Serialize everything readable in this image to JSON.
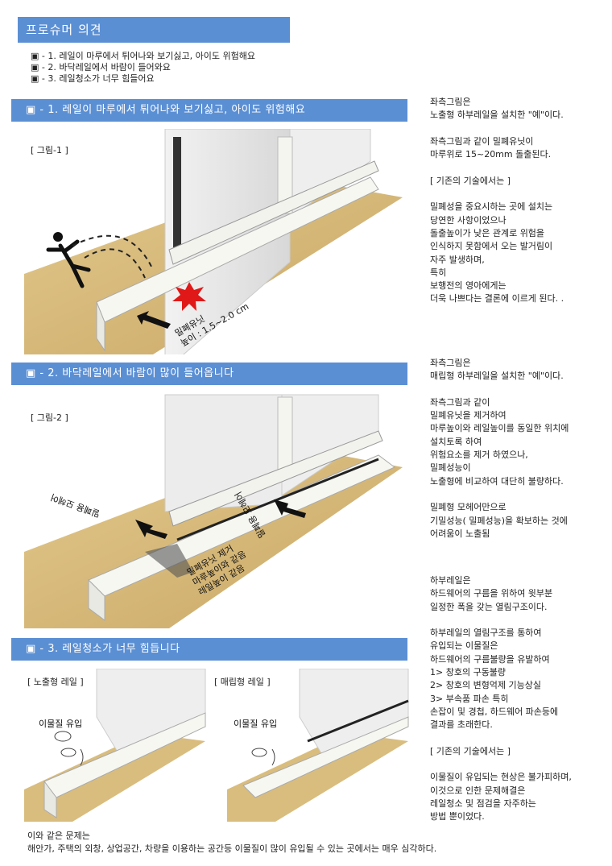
{
  "title": "프로슈머 의견",
  "issues": [
    "▣ - 1. 레일이 마루에서 튀어나와 보기싫고, 아이도 위험해요",
    "▣ - 2. 바닥레일에서 바람이 들어와요",
    "▣ - 3. 레일청소가 너무 힘들어요"
  ],
  "sections": [
    {
      "heading": "▣ - 1. 레일이 마루에서 튀어나와 보기싫고, 아이도 위험해요",
      "figure_label": "[ 그림-1 ]"
    },
    {
      "heading": "▣ - 2. 바닥레일에서 바람이 많이 들어옵니다",
      "figure_label": "[ 그림-2 ]"
    },
    {
      "heading": "▣ - 3. 레일청소가 너무 힘듭니다",
      "figure_label_left": "[ 노출형 레일 ]",
      "figure_label_right": "[ 매립형 레일 ]"
    }
  ],
  "fig1_annotations": {
    "unit": "밀폐유닛",
    "height": "높이 : 1.5~2.0 cm"
  },
  "fig2_annotations": {
    "weather_left": "밀폐용 모헤어",
    "weather_right": "밀폐용 모헤어",
    "note1": "밀폐유닛 제거",
    "note2": "마루높이와 같음",
    "note3": "레일높이 같음"
  },
  "fig3_annotations": {
    "left": "이물질 유입",
    "right": "이물질 유입"
  },
  "right_text_1": [
    "좌측그림은",
    "노출형 하부레일을 설치한 \"예\"이다.",
    "",
    "좌측그림과 같이 밀폐유닛이",
    "마루위로 15~20mm 돌출된다.",
    "",
    " [ 기존의 기술에서는 ]",
    "",
    " 밀폐성을 중요시하는 곳에 설치는",
    " 당연한 사항이었으나",
    " 돌출높이가 낮은 관계로 위험을",
    " 인식하지 못함에서 오는 발거림이",
    " 자주 발생하며,",
    " 특히",
    " 보행전의 영아에게는",
    " 더욱 나쁘다는 결론에 이르게 된다. ."
  ],
  "right_text_2": [
    "좌측그림은",
    "매립형 하부레일을 설치한 \"예\"이다.",
    "",
    "좌측그림과 같이",
    "밀폐유닛을 제거하여",
    "마루높이와 레일높이를 동일한 위치에",
    "설치토록 하여",
    "위험요소를 제거 하였으나,",
    "밀폐성능이",
    "노출형에 비교하여 대단히 불량하다.",
    "",
    "밀폐형 모헤어만으로",
    "기밀성능( 밀폐성능)을 확보하는 것에",
    "어려움이 노출됨"
  ],
  "right_text_3": [
    "하부레일은",
    "하드웨어의 구름을 위하여 윗부분",
    "일정한 폭을 갖는 열림구조이다.",
    "",
    "하부레일의 열림구조를 통하여",
    "유입되는 이물질은",
    "하드웨어의 구름불량을 유발하여",
    "   1> 창호의 구동불량",
    "   2> 창호의 변형억제 기능상실",
    "   3> 부속품 파손 특히",
    "손잡이 및 경첩, 하드웨어 파손등에",
    "결과를 초래한다.",
    "",
    "[ 기존의 기술에서는 ]",
    "",
    "이물질이 유입되는 현상은 불가피하며,",
    "이것으로 인한 문제해결은",
    "레일청소 및 점검을 자주하는",
    "방법 뿐이었다."
  ],
  "bottom_text": [
    "이와 같은 문제는",
    "해안가, 주택의 외창, 상업공간, 차량을 이용하는 공간등 이물질이 많이 유입될 수 있는 곳에서는 매우 심각하다."
  ]
}
